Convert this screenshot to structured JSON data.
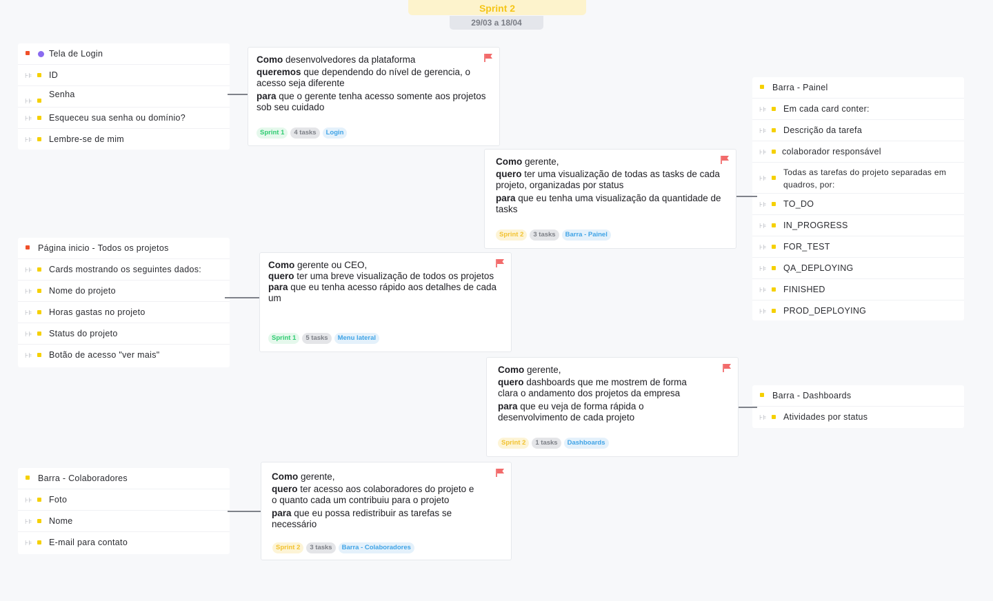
{
  "sprint": {
    "title": "Sprint 2",
    "dates": "29/03 a 18/04"
  },
  "lists": {
    "login": {
      "header": "Tela de Login",
      "items": [
        "ID",
        "Senha",
        "Esqueceu sua senha ou domínio?",
        "Lembre-se de mim"
      ]
    },
    "home": {
      "header": "Página inicio - Todos os projetos",
      "items": [
        "Cards mostrando os seguintes dados:",
        "Nome do projeto",
        "Horas gastas no projeto",
        "Status do projeto",
        "Botão de acesso \"ver mais\""
      ]
    },
    "collab": {
      "header": "Barra - Colaboradores",
      "items": [
        "Foto",
        "Nome",
        "E-mail para contato"
      ]
    },
    "panel": {
      "header": "Barra - Painel",
      "items": [
        "Em cada card conter:",
        "Descrição da tarefa",
        "colaborador responsável",
        "Todas as tarefas do projeto separadas em quadros, por:",
        "TO_DO",
        "IN_PROGRESS",
        "FOR_TEST",
        "QA_DEPLOYING",
        "FINISHED",
        "PROD_DEPLOYING"
      ]
    },
    "dash": {
      "header": "Barra - Dashboards",
      "items": [
        "Atividades por status"
      ]
    }
  },
  "cards": {
    "c1": {
      "l1b": "Como",
      "l1": " desenvolvedores da plataforma",
      "l2b": "queremos",
      "l2": " que dependendo do nível de gerencia, o acesso seja diferente",
      "l3b": "para",
      "l3": " que o gerente tenha acesso somente aos projetos sob seu cuidado",
      "sprint": "Sprint 1",
      "tasks": "4 tasks",
      "epic": "Login"
    },
    "c2": {
      "l1b": "Como",
      "l1": " gerente,",
      "l2b": "quero",
      "l2": " ter uma visualização de todas as tasks de cada projeto, organizadas por status",
      "l3b": "para",
      "l3": " que eu tenha uma visualização da quantidade de tasks",
      "sprint": "Sprint 2",
      "tasks": "3 tasks",
      "epic": "Barra - Painel"
    },
    "c3": {
      "l1b": "Como",
      "l1": " gerente ou CEO,",
      "l2b": "quero",
      "l2": " ter uma breve visualização de todos os projetos",
      "l3b": "para",
      "l3": " que eu tenha acesso rápido aos detalhes de cada um",
      "sprint": "Sprint 1",
      "tasks": "5 tasks",
      "epic": "Menu lateral"
    },
    "c4": {
      "l1b": "Como",
      "l1": " gerente,",
      "l2b": "quero",
      "l2": " dashboards que me mostrem de forma clara o andamento dos projetos da empresa",
      "l3b": "para",
      "l3": " que eu veja de forma rápida o desenvolvimento de cada projeto",
      "sprint": "Sprint 2",
      "tasks": "1 tasks",
      "epic": "Dashboards"
    },
    "c5": {
      "l1b": "Como",
      "l1": " gerente,",
      "l2b": "quero",
      "l2": " ter acesso aos colaboradores do projeto e o quanto cada um contribuiu para o projeto",
      "l3b": "para",
      "l3": " que eu possa redistribuir as tarefas se necessário",
      "sprint": "Sprint 2",
      "tasks": "3 tasks",
      "epic": "Barra - Colaboradores"
    }
  },
  "colors": {
    "flag": "#f26b6b",
    "priority_red": "#f0502a",
    "bullet_yellow": "#f5d000",
    "sprint_yellow": "#f5c518"
  },
  "icons": {
    "flag": "flag-icon",
    "subtask": "subtask-icon",
    "pin": "pin-icon"
  }
}
